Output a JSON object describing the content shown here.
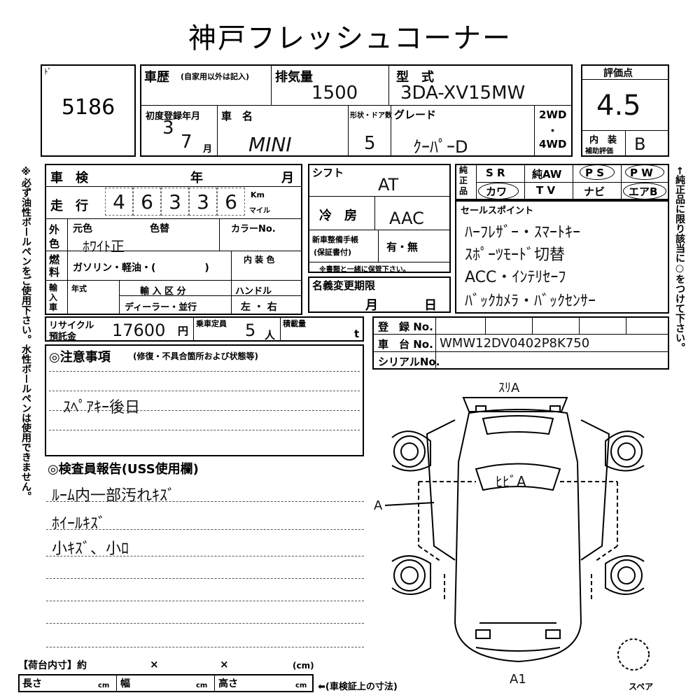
{
  "title": "神戸フレッシュコーナー",
  "lot": {
    "corner": "ﾄﾞ",
    "number": "5186"
  },
  "history": {
    "label": "車歴",
    "sub": "(自家用以外は記入)"
  },
  "displacement": {
    "label": "排気量",
    "value": "1500"
  },
  "model_code": {
    "label": "型　式",
    "value": "3DA-XV15MW"
  },
  "score": {
    "label": "評価点",
    "value": "4.5",
    "interior_label": "内　装",
    "interior_sub": "補助評価",
    "interior_value": "B"
  },
  "first_reg": {
    "label": "初度登録年月",
    "year": "3",
    "month": "7",
    "month_unit": "月"
  },
  "car_name": {
    "label": "車　名",
    "value": "MINI"
  },
  "doors": {
    "label": "形状・ドア数",
    "value": "5"
  },
  "grade": {
    "label": "グレード",
    "value": "ｸｰﾊﾟｰD"
  },
  "drive": {
    "a": "2WD",
    "dot": "・",
    "b": "4WD"
  },
  "inspection": {
    "label": "車　検",
    "year": "年",
    "month": "月"
  },
  "mileage": {
    "label": "走　行",
    "digits": [
      "4",
      "6",
      "3",
      "3",
      "6"
    ],
    "unit_km": "Km",
    "unit_mile": "マイル"
  },
  "color": {
    "label": "外色",
    "orig": "元色",
    "now": "色替",
    "code_label": "カラーNo.",
    "value": "ﾎﾜｲﾄ正"
  },
  "fuel": {
    "label": "燃料",
    "options": "ガソリン・軽油・(　　　　　)",
    "interior_color": "内 装 色"
  },
  "import": {
    "label": "輸入車",
    "year": "年式",
    "kind_label": "輸 入 区 分",
    "kind_value": "ディーラー・並行",
    "handle_label": "ハンドル",
    "handle_value": "左 ・ 右"
  },
  "shift": {
    "label": "シフト",
    "value": "AT"
  },
  "ac": {
    "label": "冷　房",
    "value": "AAC"
  },
  "manual": {
    "label": "新車整備手帳",
    "sub": "(保証書付)",
    "value": "有・無",
    "note": "※書類と一緒に保管下さい。"
  },
  "name_change": {
    "label": "名義変更期限",
    "month": "月",
    "day": "日"
  },
  "recycle": {
    "label": "リサイクル",
    "label2": "預託金",
    "value": "17600",
    "unit": "円",
    "cap_label": "乗車定員",
    "cap_value": "5",
    "cap_unit": "人",
    "load_label": "積載量",
    "load_unit": "t"
  },
  "equipment": {
    "label": "純正品",
    "row1": [
      "S R",
      "純AW",
      "P S",
      "P W"
    ],
    "row2": [
      "カワ",
      "T V",
      "ナビ",
      "エアB"
    ]
  },
  "sales": {
    "label": "セールスポイント",
    "lines": [
      "ﾊｰﾌﾚｻﾞｰ・ｽﾏｰﾄｷｰ",
      "ｽﾎﾟｰﾂﾓｰﾄﾞ切替",
      "ACC・ｲﾝﾃﾘｾｰﾌ",
      "ﾊﾞｯｸｶﾒﾗ・ﾊﾞｯｸｾﾝｻｰ"
    ]
  },
  "registration": {
    "reg_label": "登　録 No.",
    "chassis_label": "車　台 No.",
    "chassis_value": "WMW12DV0402P8K750",
    "serial_label": "シリアルNo."
  },
  "notes": {
    "label": "◎注意事項",
    "sub": "(修復・不具合箇所および状態等)",
    "text": "ｽﾍﾟｱｷｰ後日"
  },
  "inspector": {
    "label": "◎検査員報告(USS使用欄)",
    "lines": [
      "ﾙｰﾑ内一部汚れｷｽﾞ",
      "ﾎｲｰﾙｷｽﾞ",
      "小ｷｽﾞ、小ﾛ"
    ]
  },
  "diagram": {
    "rear": "ｽﾘA",
    "glass": "ﾋﾋﾞA",
    "side": "A",
    "front": "A1",
    "spare": "スペア"
  },
  "side_note_left": "※必ず油性ボールペンをご使用下さい。水性ボールペンは使用できません。",
  "side_note_right": "←純正品に限り該当に○をつけて下さい。",
  "cargo": {
    "label": "【荷台内寸】約",
    "x": "×",
    "unit": "(cm)",
    "len": "長さ",
    "wid": "幅",
    "hei": "高さ",
    "cm": "cm",
    "note": "⬅(車検証上の寸法)"
  }
}
